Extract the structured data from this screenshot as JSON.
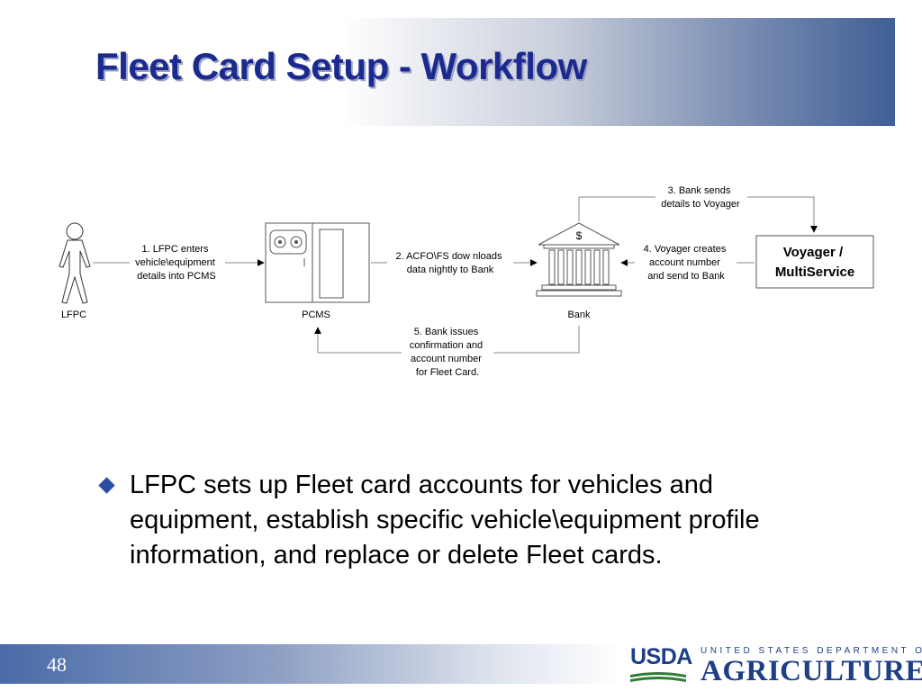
{
  "slide": {
    "title": "Fleet Card Setup - Workflow",
    "page_number": "48"
  },
  "diagram": {
    "nodes": {
      "lfpc": "LFPC",
      "pcms": "PCMS",
      "bank": "Bank",
      "bank_symbol": "$",
      "voyager": [
        "Voyager  /",
        "MultiService"
      ]
    },
    "steps": {
      "step1": [
        "1.  LFPC enters",
        "vehicle\\equipment",
        "details into PCMS"
      ],
      "step2": [
        "2.  ACFO\\FS dow nloads",
        "data nightly to Bank"
      ],
      "step3": [
        "3.  Bank sends",
        "details to Voyager"
      ],
      "step4": [
        "4.  Voyager creates",
        "account number",
        "and send to Bank"
      ],
      "step5": [
        "5.  Bank issues",
        "confirmation and",
        "account number",
        "for Fleet Card."
      ]
    }
  },
  "bullet": {
    "text": "LFPC sets up Fleet card accounts for vehicles and equipment, establish specific vehicle\\equipment profile information, and replace or delete Fleet cards."
  },
  "logo": {
    "usda": "USDA",
    "department": "UNITED STATES DEPARTMENT OF",
    "agriculture": "AGRICULTURE"
  }
}
